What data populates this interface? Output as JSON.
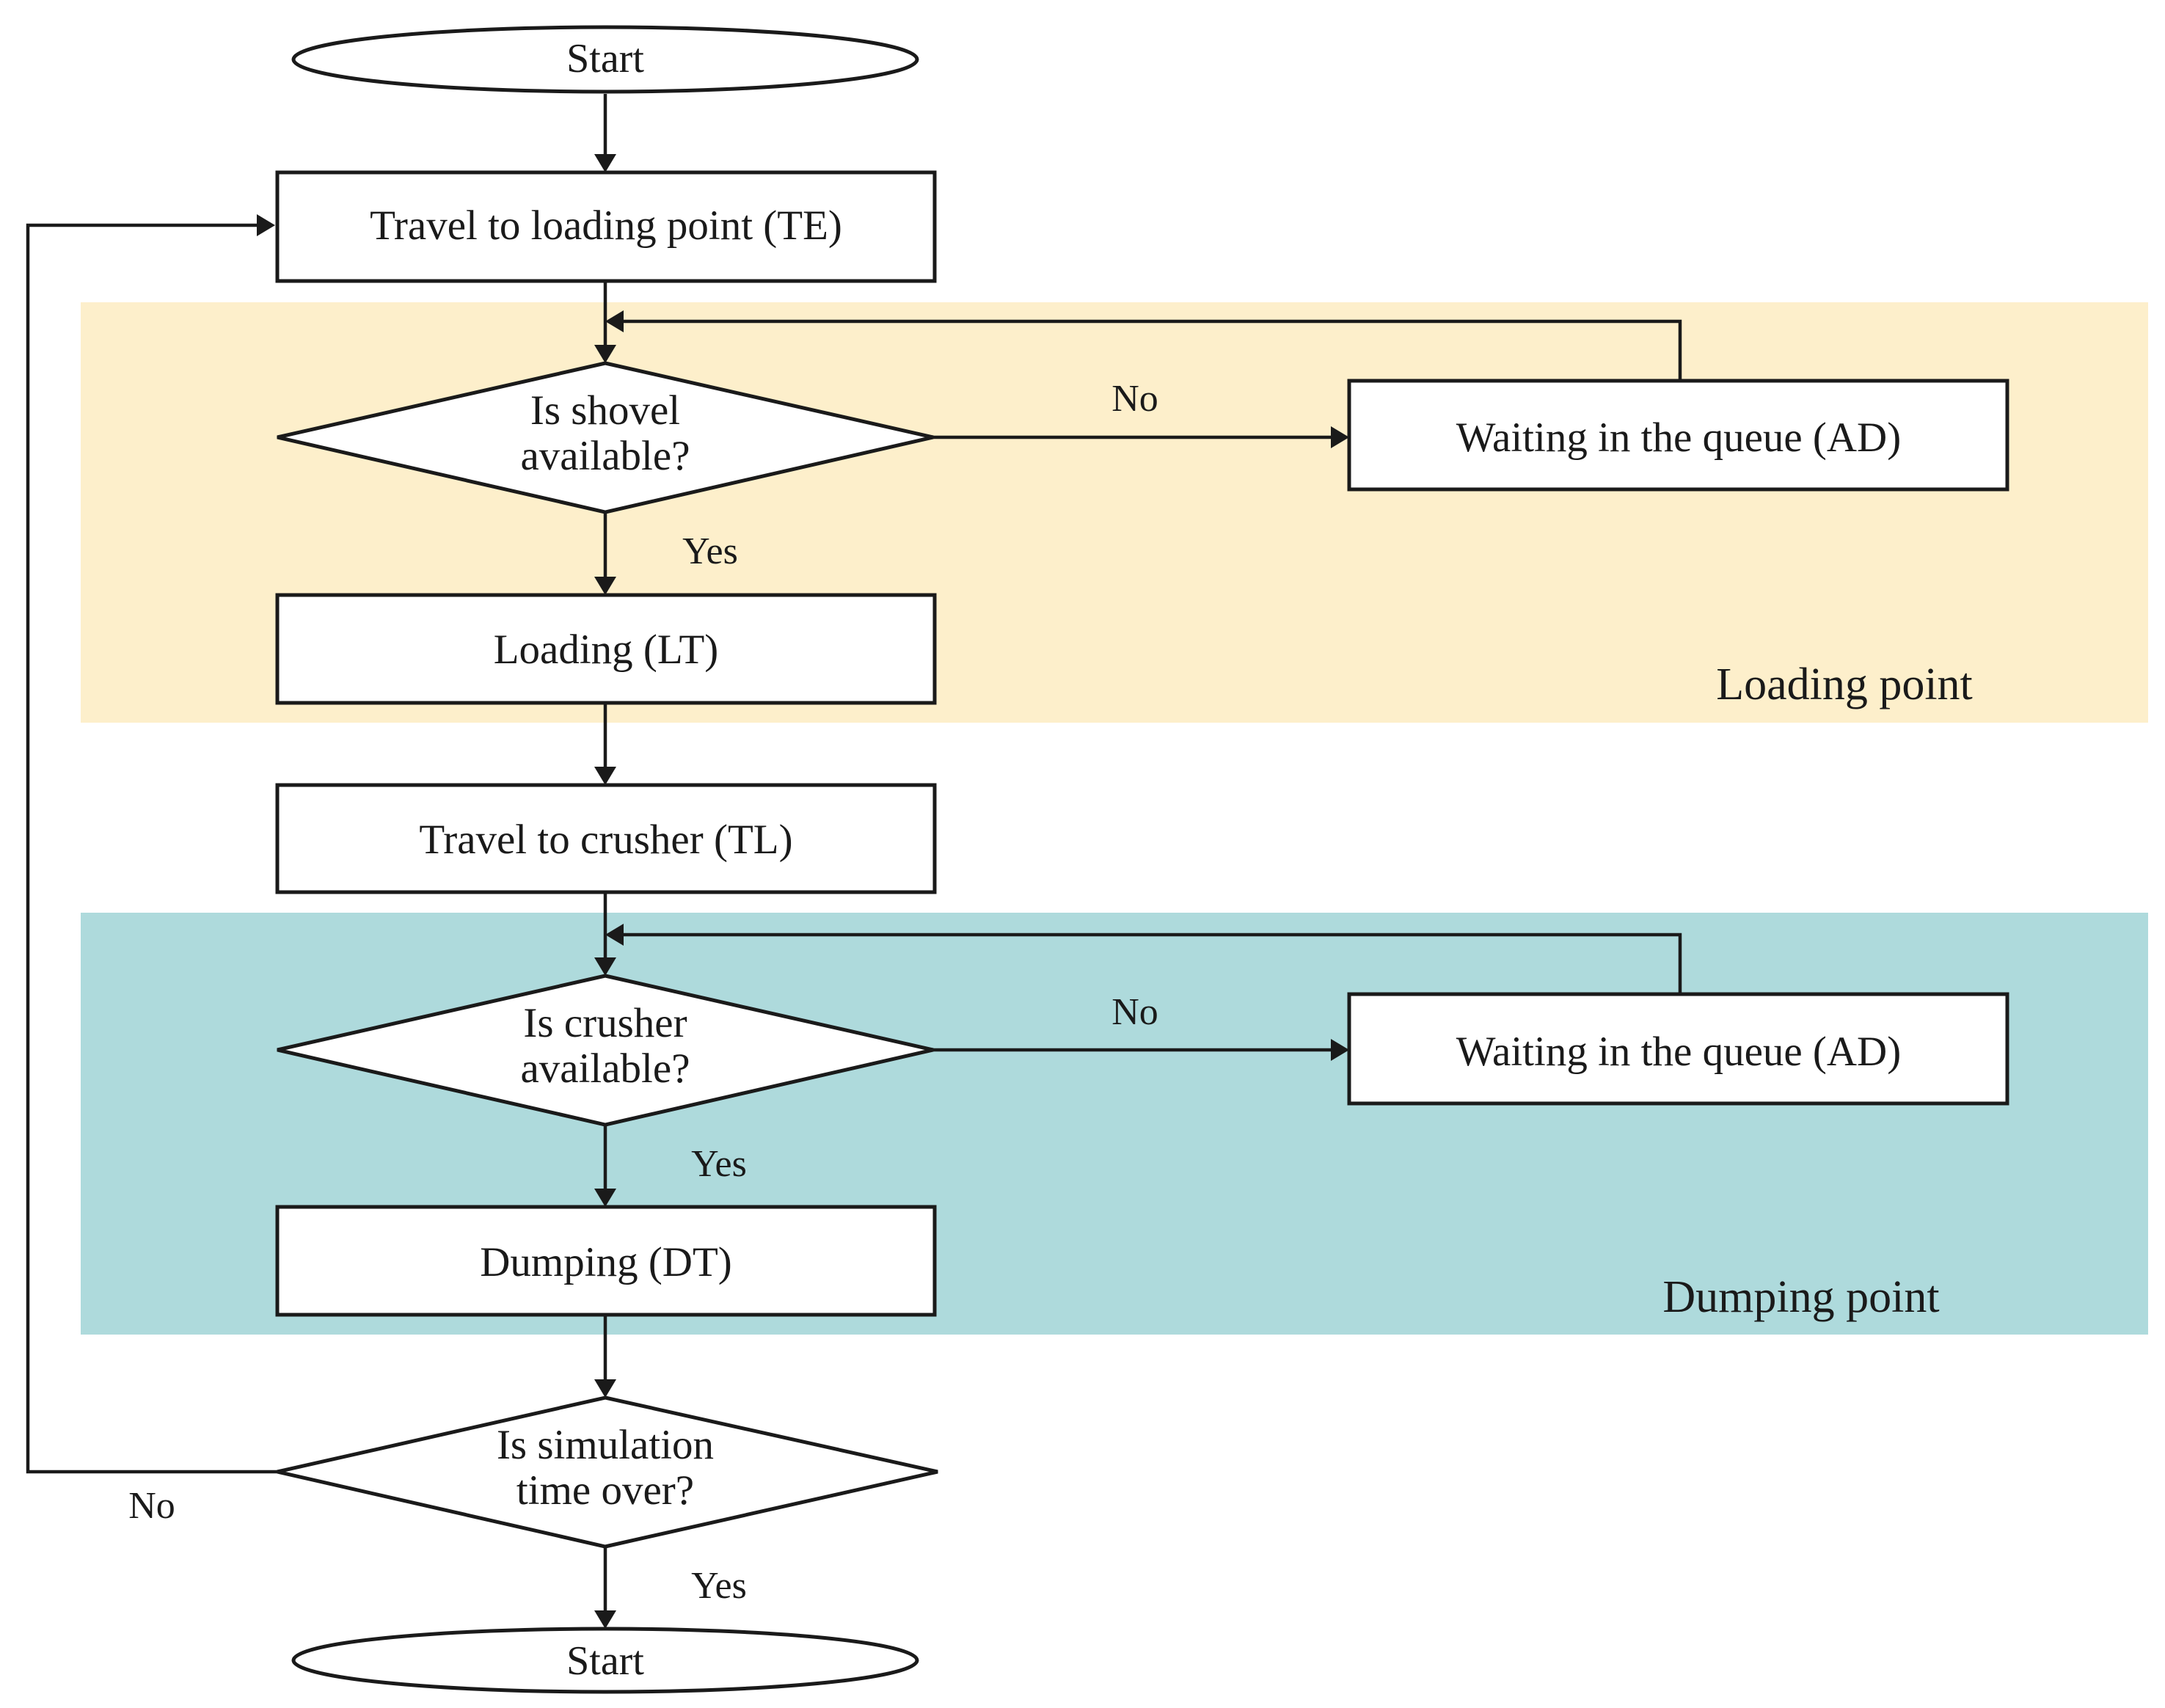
{
  "colors": {
    "loading_region": "#fdefcb",
    "dumping_region": "#aedadc",
    "stroke": "#1a1a1a"
  },
  "regions": {
    "loading": "Loading point",
    "dumping": "Dumping point"
  },
  "nodes": {
    "start_top": "Start",
    "travel_loading": "Travel to loading point (TE)",
    "shovel_q": [
      "Is shovel",
      "available?"
    ],
    "wait_loading": "Waiting in the queue (AD)",
    "loading": "Loading (LT)",
    "travel_crusher": "Travel to crusher (TL)",
    "crusher_q": [
      "Is crusher",
      "available?"
    ],
    "wait_dumping": "Waiting in the queue (AD)",
    "dumping": "Dumping (DT)",
    "sim_q": [
      "Is simulation",
      "time over?"
    ],
    "start_bottom": "Start"
  },
  "edge_labels": {
    "shovel_no": "No",
    "shovel_yes": "Yes",
    "crusher_no": "No",
    "crusher_yes": "Yes",
    "sim_no": "No",
    "sim_yes": "Yes"
  }
}
